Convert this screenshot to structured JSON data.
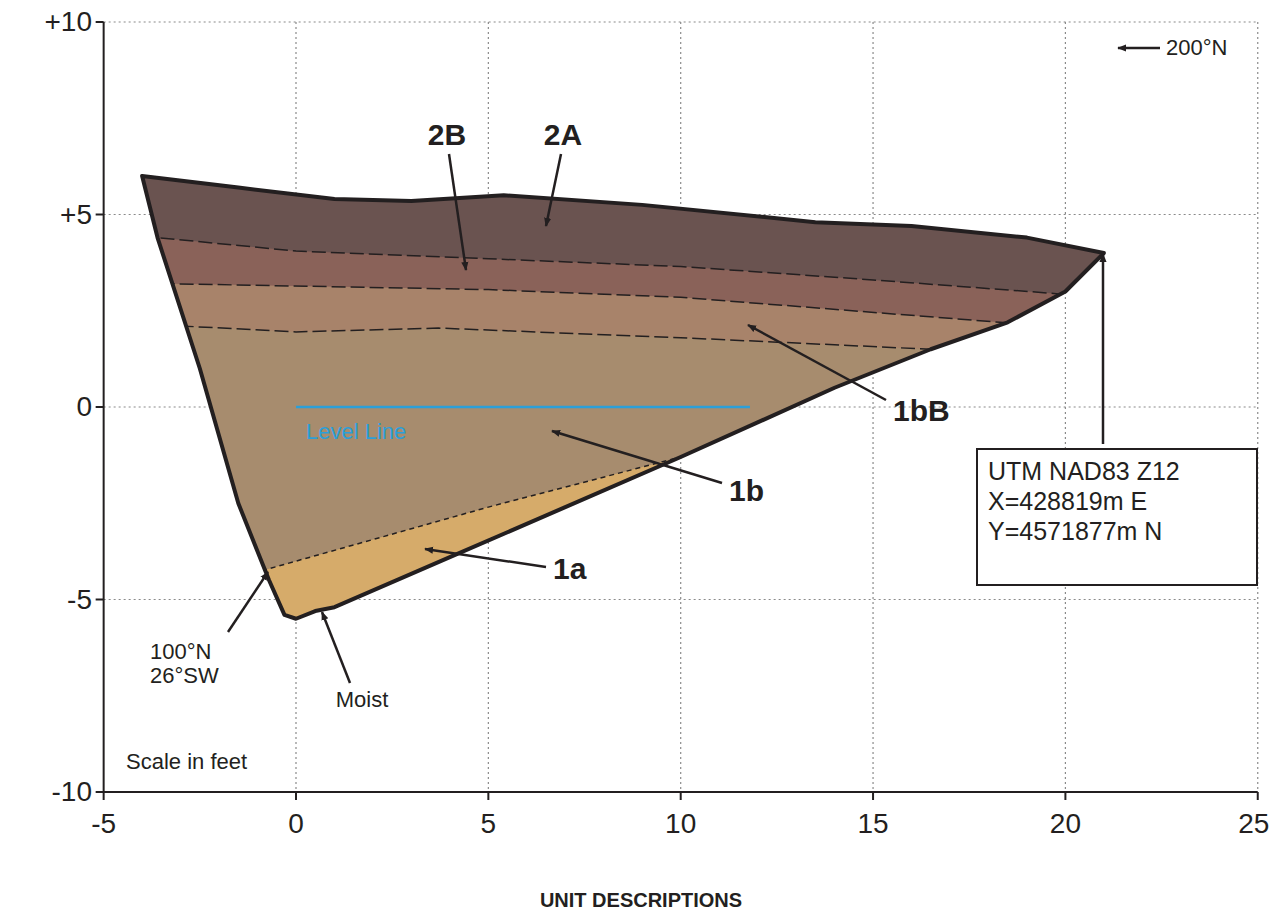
{
  "diagram": {
    "nodes": [
      {
        "text": [
          "UTM NAD83 Z12",
          "X=428819m E",
          "Y=4571877m N"
        ]
      }
    ],
    "labels": [
      "+10",
      "+5",
      "0",
      "-5",
      "-10",
      "-5",
      "0",
      "5",
      "10",
      "15",
      "20",
      "25",
      "200°N",
      "2B",
      "2A",
      "1bB",
      "1b",
      "Level Line",
      "1a",
      "100°N 26°SW",
      "Moist",
      "Scale in feet",
      "UNIT DESCRIPTIONS"
    ]
  }
}
